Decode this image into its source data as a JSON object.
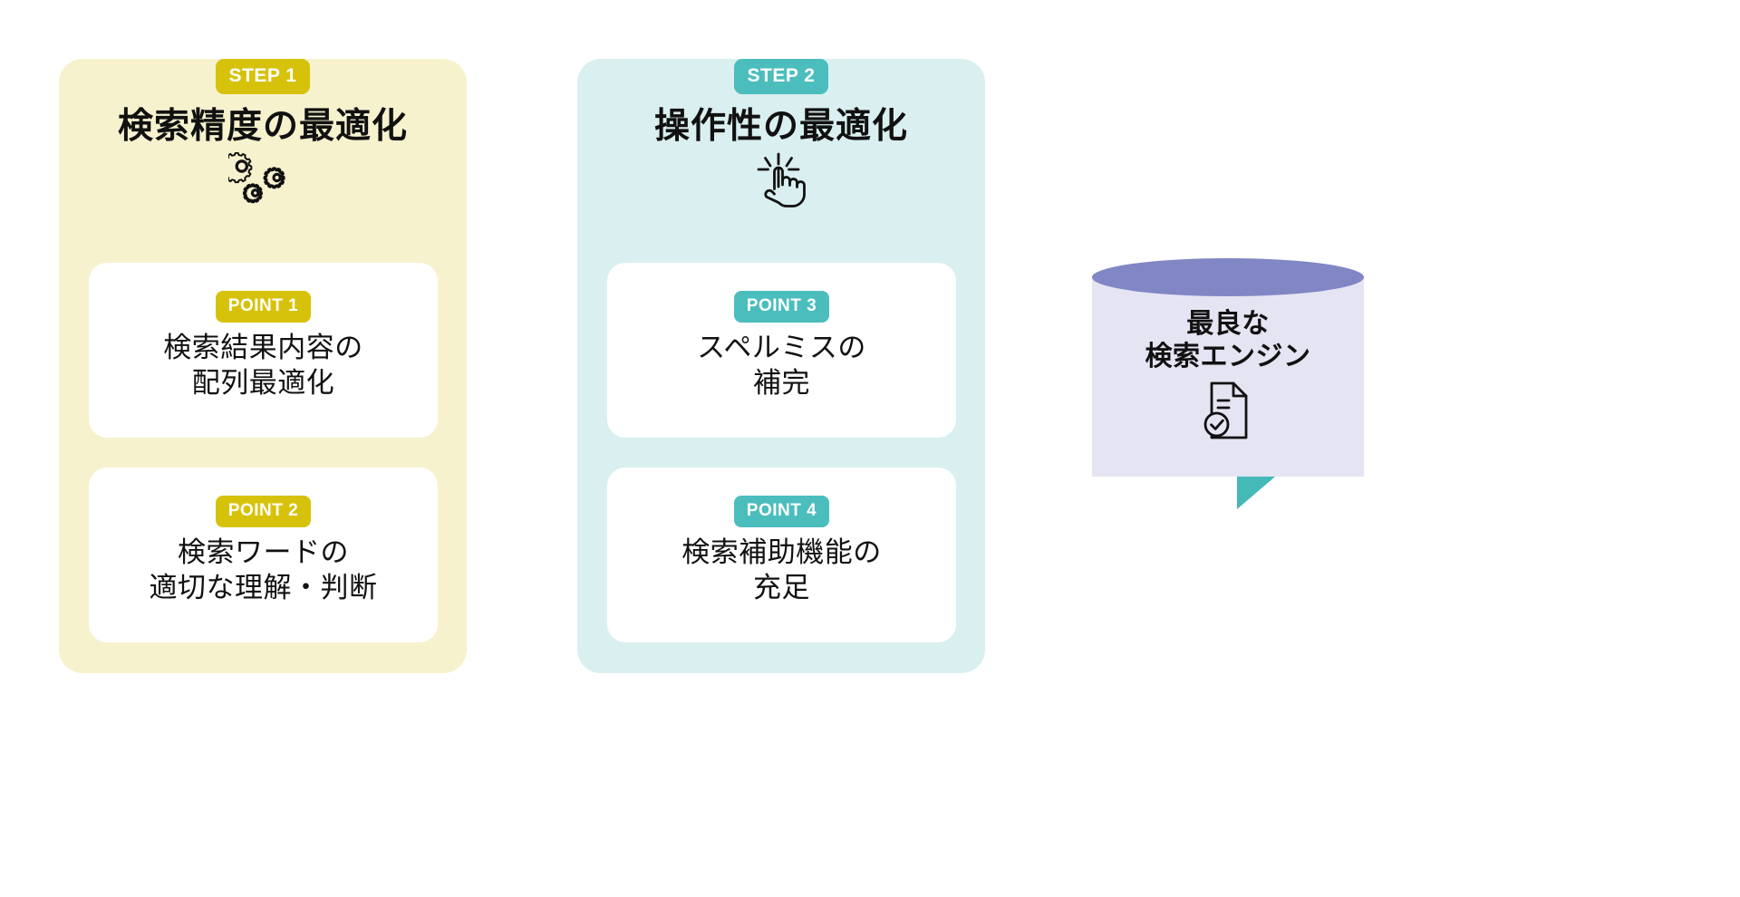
{
  "steps": [
    {
      "badge": "STEP 1",
      "title": "検索精度の最適化",
      "icon": "gears-icon",
      "accent": "#D7C20B",
      "panel_bg": "#F6F2CE",
      "points": [
        {
          "badge": "POINT 1",
          "line1": "検索結果内容の",
          "line2": "配列最適化"
        },
        {
          "badge": "POINT 2",
          "line1": "検索ワードの",
          "line2": "適切な理解・判断"
        }
      ]
    },
    {
      "badge": "STEP 2",
      "title": "操作性の最適化",
      "icon": "click-hand-icon",
      "accent": "#4BBDBD",
      "panel_bg": "#DAEFF0",
      "points": [
        {
          "badge": "POINT 3",
          "line1": "スペルミスの",
          "line2": "補完"
        },
        {
          "badge": "POINT 4",
          "line1": "検索補助機能の",
          "line2": "充足"
        }
      ]
    }
  ],
  "arrows": [
    {
      "name": "arrow-step1-to-step2",
      "color": "#D7C20B"
    },
    {
      "name": "arrow-step2-to-result",
      "color": "#45B8B8"
    }
  ],
  "result": {
    "line1": "最良な",
    "line2": "検索エンジン",
    "icon": "document-check-icon",
    "top_color": "#8186C4",
    "body_color": "#E5E4F2"
  }
}
